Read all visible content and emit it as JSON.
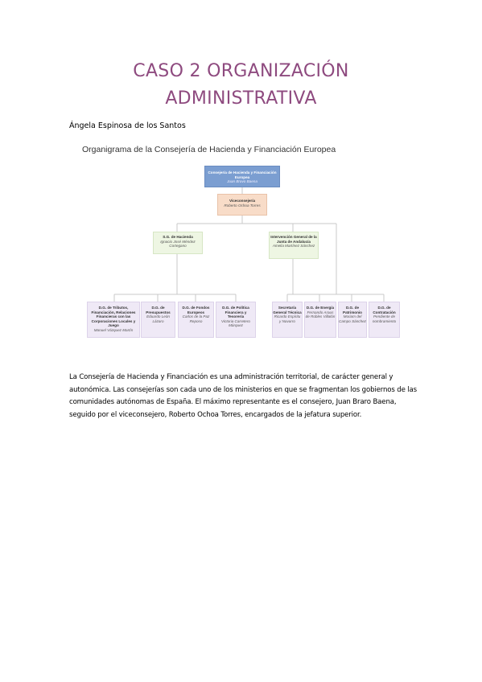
{
  "document": {
    "title_line1": "CASO 2 ORGANIZACIÓN",
    "title_line2": "ADMINISTRATIVA",
    "author": "Ángela Espinosa de los Santos",
    "paragraph": "La Consejería de Hacienda y Financiación es una administración territorial, de carácter general y autonómica. Las consejerías son cada uno de los ministerios en que se fragmentan los gobiernos de las comunidades autónomas de España. El máximo representante es el consejero, Juan Braro Baena, seguido por el viceconsejero, Roberto Ochoa Torres, encargados de la jefatura superior."
  },
  "orgchart": {
    "title": "Organigrama de la Consejería de Hacienda y Financiación Europea",
    "colors": {
      "top": "#7b9ed1",
      "vice": "#f8dcc8",
      "green": "#eef6e3",
      "purple": "#efe9f6",
      "line": "#c9c9c9"
    },
    "consejero": {
      "title": "Consejería de Hacienda y Financiación Europea",
      "name": "Juan Bravo Baena"
    },
    "vice": {
      "title": "Viceconsejería",
      "name": "Roberto Ochoa Torres"
    },
    "sg": {
      "title": "S.G. de Hacienda",
      "name": "Ignacio José Méndez Cortegano"
    },
    "intervencion": {
      "title": "Intervención General de la Junta de Andalucía",
      "name": "Amelia Martínez Sánchez"
    },
    "dg_left": [
      {
        "title": "D.G. de Tributos, Financiación, Relaciones Financieras con las Corporaciones Locales y Juego",
        "name": "Manuel Vázquez Martín"
      },
      {
        "title": "D.G. de Presupuestos",
        "name": "Eduardo León Lázaro"
      },
      {
        "title": "D.G. de Fondos Europeos",
        "name": "Carlos de la Paz Reposo"
      },
      {
        "title": "D.G. de Política Financiera y Tesorería",
        "name": "Victoria Carretero Márquez"
      }
    ],
    "dg_right": [
      {
        "title": "Secretaría General Técnica",
        "name": "Ricardo Espíritu y Navarro"
      },
      {
        "title": "D.G. de Energía",
        "name": "Fernando Araus de Robles Villalón"
      },
      {
        "title": "D.G. de Patrimonio",
        "name": "Moriam del Campo Sánchez"
      },
      {
        "title": "D.G. de Contratación",
        "name": "Pendiente de nombramiento"
      }
    ]
  }
}
